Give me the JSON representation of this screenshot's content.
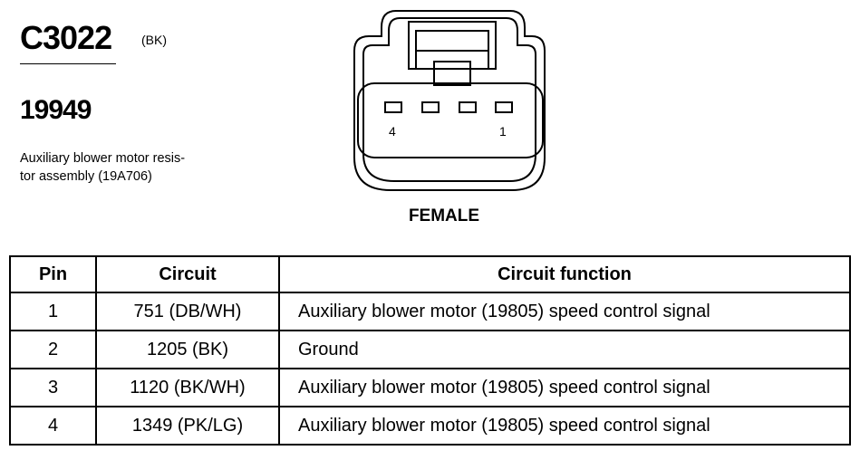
{
  "connector": {
    "id": "C3022",
    "color": "(BK)",
    "part_number": "19949",
    "description_line1": "Auxiliary blower motor resis-",
    "description_line2": "tor assembly (19A706)"
  },
  "diagram": {
    "pin_label_left": "4",
    "pin_label_right": "1",
    "gender": "FEMALE"
  },
  "table": {
    "headers": [
      "Pin",
      "Circuit",
      "Circuit function"
    ],
    "rows": [
      {
        "pin": "1",
        "circuit": "751 (DB/WH)",
        "function": "Auxiliary blower motor (19805) speed control signal"
      },
      {
        "pin": "2",
        "circuit": "1205 (BK)",
        "function": "Ground"
      },
      {
        "pin": "3",
        "circuit": "1120 (BK/WH)",
        "function": "Auxiliary blower motor (19805) speed control signal"
      },
      {
        "pin": "4",
        "circuit": "1349 (PK/LG)",
        "function": "Auxiliary blower motor (19805) speed control signal"
      }
    ]
  }
}
